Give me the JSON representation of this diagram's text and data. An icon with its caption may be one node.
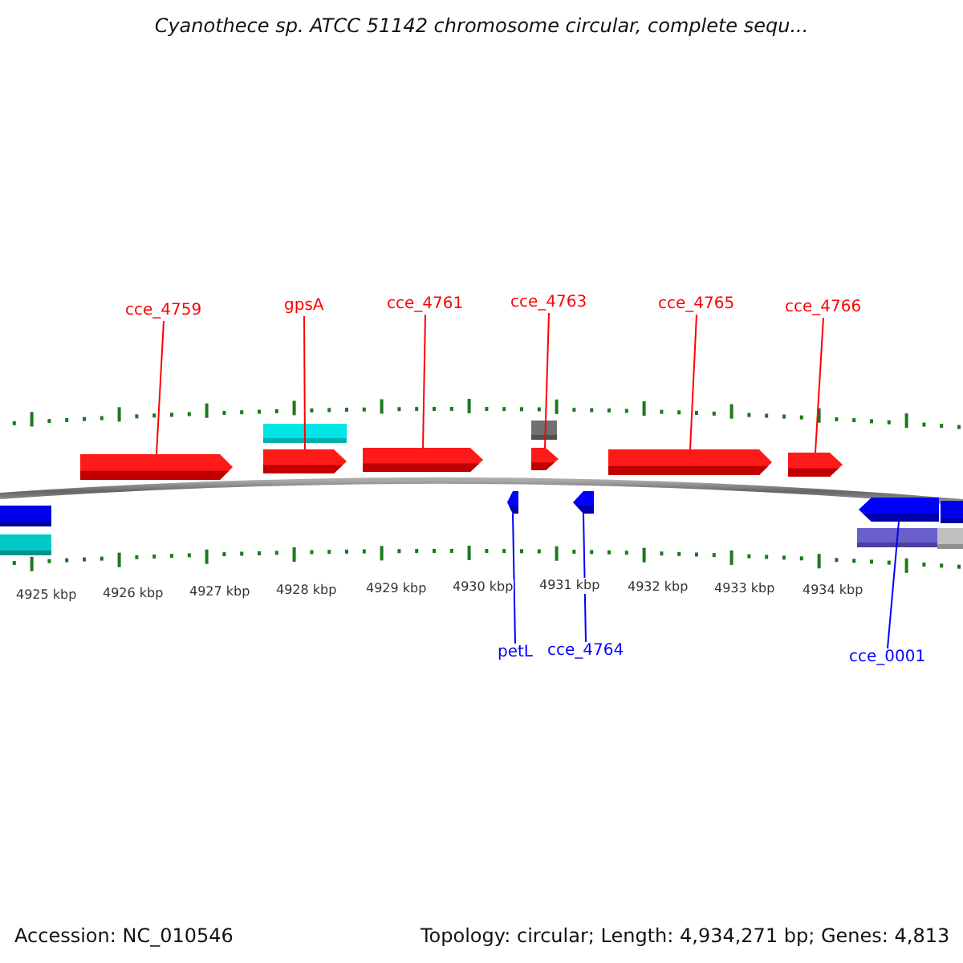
{
  "diagram": {
    "title": "Cyanothece sp. ATCC 51142 chromosome circular, complete sequ...",
    "nodes": [
      {
        "text": [
          "cce_4759"
        ]
      },
      {
        "text": [
          "gpsA"
        ]
      },
      {
        "text": [
          "cce_4761"
        ]
      },
      {
        "text": [
          "cce_4763"
        ]
      },
      {
        "text": [
          "cce_4765"
        ]
      },
      {
        "text": [
          "cce_4766"
        ]
      },
      {
        "text": [
          "petL"
        ]
      },
      {
        "text": [
          "cce_4764"
        ]
      },
      {
        "text": [
          "cce_0001"
        ]
      },
      {
        "text": [],
        "shape": "bar"
      },
      {
        "text": [],
        "shape": "bar"
      },
      {
        "text": [],
        "shape": "bar"
      },
      {
        "text": [],
        "shape": "bar"
      },
      {
        "text": [],
        "shape": "bar"
      },
      {
        "text": [],
        "shape": "bar"
      },
      {
        "text": [],
        "shape": "bar"
      },
      {
        "text": [],
        "shape": "bar"
      },
      {
        "text": [],
        "shape": "bar"
      }
    ],
    "edges": [
      {
        "from": 0,
        "to": 9,
        "arrow": "none"
      },
      {
        "from": 1,
        "to": 10,
        "arrow": "none"
      },
      {
        "from": 2,
        "to": 11,
        "arrow": "none"
      },
      {
        "from": 3,
        "to": 12,
        "arrow": "none"
      },
      {
        "from": 4,
        "to": 13,
        "arrow": "none"
      },
      {
        "from": 5,
        "to": 14,
        "arrow": "none"
      },
      {
        "from": 6,
        "to": 15,
        "arrow": "none",
        "color": "#0000ff"
      },
      {
        "from": 7,
        "to": 16,
        "arrow": "none",
        "color": "#0000ff"
      },
      {
        "from": 8,
        "to": 17,
        "arrow": "none",
        "color": "#0000ff"
      }
    ],
    "labels": [
      "4925 kbp",
      "4926 kbp",
      "4927 kbp",
      "4928 kbp",
      "4929 kbp",
      "4930 kbp",
      "4931 kbp",
      "4932 kbp",
      "4933 kbp",
      "4934 kbp",
      "Accession: NC_010546",
      "Topology: circular; Length: 4,934,271 bp; Genes: 4,813"
    ]
  }
}
